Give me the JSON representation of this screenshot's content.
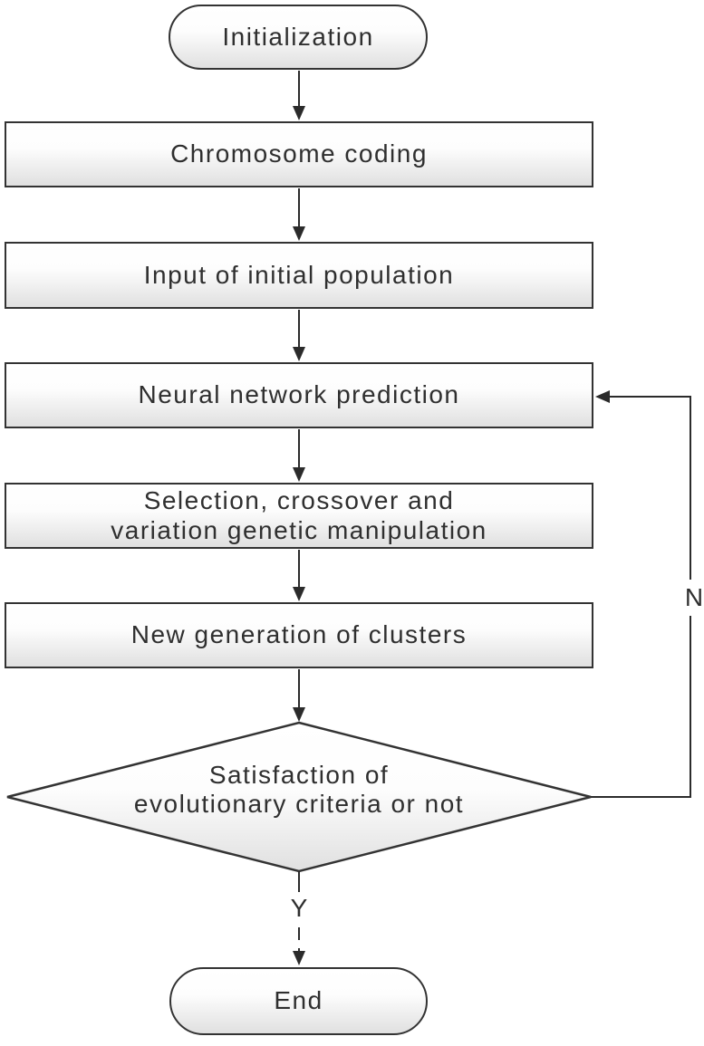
{
  "flowchart": {
    "nodes": {
      "start": {
        "label": "Initialization"
      },
      "chromosome_coding": {
        "label": "Chromosome coding"
      },
      "input_population": {
        "label": "Input of initial population"
      },
      "nn_prediction": {
        "label": "Neural network prediction"
      },
      "genetic_manipulation": {
        "line1": "Selection, crossover and",
        "line2": "variation genetic manipulation"
      },
      "new_generation": {
        "label": "New generation of clusters"
      },
      "decision": {
        "line1": "Satisfaction of",
        "line2": "evolutionary criteria or not"
      },
      "end": {
        "label": "End"
      }
    },
    "edges": [
      {
        "from": "start",
        "to": "chromosome_coding",
        "label": ""
      },
      {
        "from": "chromosome_coding",
        "to": "input_population",
        "label": ""
      },
      {
        "from": "input_population",
        "to": "nn_prediction",
        "label": ""
      },
      {
        "from": "nn_prediction",
        "to": "genetic_manipulation",
        "label": ""
      },
      {
        "from": "genetic_manipulation",
        "to": "new_generation",
        "label": ""
      },
      {
        "from": "new_generation",
        "to": "decision",
        "label": ""
      },
      {
        "from": "decision",
        "to": "end",
        "label": "Y"
      },
      {
        "from": "decision",
        "to": "nn_prediction",
        "label": "N"
      }
    ],
    "colors": {
      "stroke": "#333333",
      "text": "#2f2f2f",
      "shape_fill_top": "#ffffff",
      "shape_fill_bottom": "#e0e0e0",
      "background": "#ffffff"
    }
  }
}
